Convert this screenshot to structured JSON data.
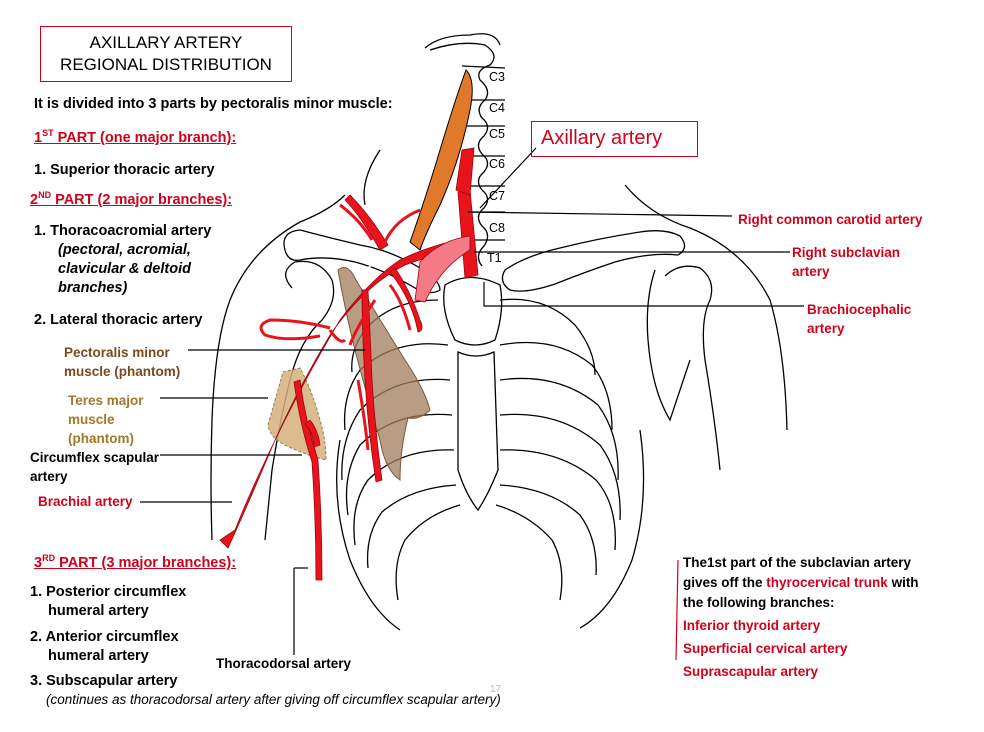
{
  "title": {
    "line1": "AXILLARY ARTERY",
    "line2": "REGIONAL DISTRIBUTION"
  },
  "intro": "It is divided into 3 parts by pectoralis minor muscle:",
  "part1": {
    "sup": "ST",
    "num": "1",
    "heading": " PART (one major branch):",
    "items": [
      "1. Superior thoracic artery"
    ]
  },
  "part2": {
    "sup": "ND",
    "num": "2",
    "heading": " PART (2 major branches):",
    "item1": "1.   Thoracoacromial artery",
    "item1_detail": [
      "(pectoral, acromial,",
      "clavicular & deltoid",
      "branches)"
    ],
    "item2": "2. Lateral thoracic artery"
  },
  "part3": {
    "sup": "RD",
    "num": "3",
    "heading": " PART (3 major branches):",
    "items": [
      [
        "1. Posterior circumflex",
        "humeral artery"
      ],
      [
        "2. Anterior circumflex",
        "humeral artery"
      ],
      [
        "3. Subscapular artery"
      ]
    ],
    "note": "(continues as thoracodorsal artery after giving off circumflex scapular artery)"
  },
  "labels": {
    "axillary": "Axillary artery",
    "pect_minor": [
      "Pectoralis minor",
      "muscle (phantom)"
    ],
    "teres_major": [
      "Teres major",
      "muscle",
      "(phantom)"
    ],
    "circumflex_scapular": [
      "Circumflex scapular",
      "artery"
    ],
    "brachial": "Brachial artery",
    "thoracodorsal": "Thoracodorsal artery",
    "right_common_carotid": "Right common carotid artery",
    "right_subclavian": [
      "Right subclavian",
      "artery"
    ],
    "brachiocephalic": [
      "Brachiocephalic",
      "artery"
    ],
    "vertebrae": [
      "C3",
      "C4",
      "C5",
      "C6",
      "C7",
      "C8",
      "T1"
    ],
    "part_numbers": [
      "1",
      "3"
    ],
    "page_number": "17"
  },
  "subclavian_note": {
    "line1": "The1st part of the subclavian artery",
    "line2_a": "gives off the ",
    "line2_red": "thyrocervical trunk",
    "line2_b": " with",
    "line3": "the following branches:",
    "branches": [
      "Inferior thyroid artery",
      "Superficial cervical artery",
      "Suprascapular artery"
    ]
  },
  "colors": {
    "artery": "#e8141c",
    "artery_light": "#f47a88",
    "muscle_orange": "#e07a2a",
    "label_red": "#d0021b",
    "muscle_brown": "#a07b5a",
    "teres_tan": "#d4b07c"
  }
}
